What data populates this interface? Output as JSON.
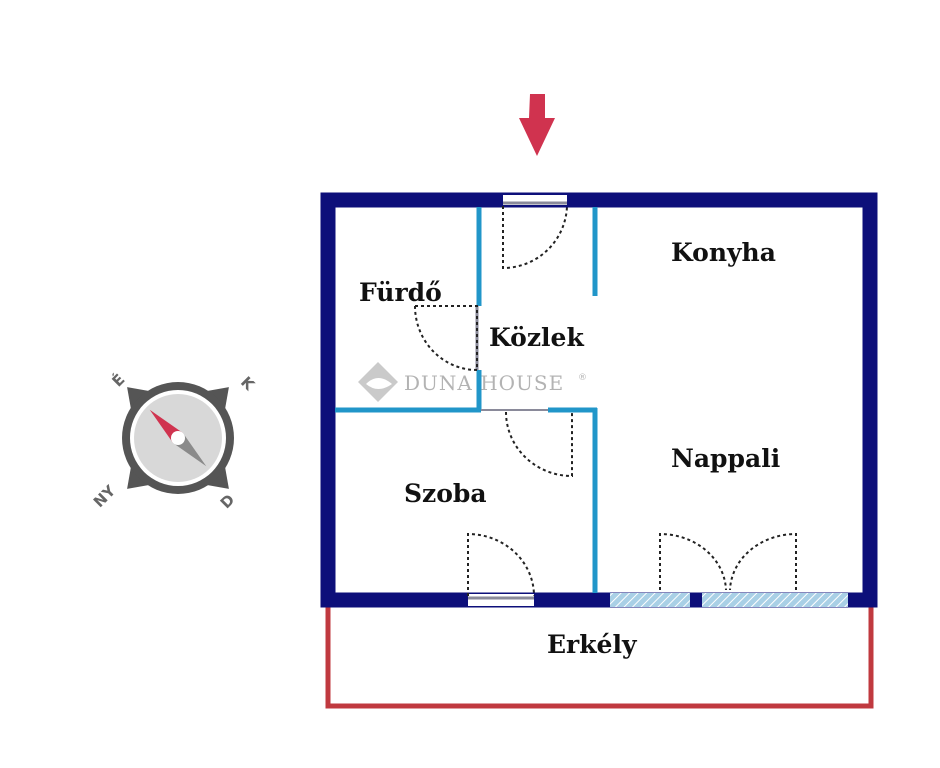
{
  "rooms": {
    "furdo": "Fürdő",
    "kozlek": "Közlek",
    "konyha": "Konyha",
    "nappali": "Nappali",
    "szoba": "Szoba",
    "erkely": "Erkély"
  },
  "compass": {
    "north": "É",
    "east": "K",
    "south": "D",
    "west": "NY"
  },
  "watermark": {
    "brand": "DUNA HOUSE",
    "registered": "®"
  },
  "colors": {
    "outer_wall": "#0d0f7a",
    "inner_wall": "#2196c9",
    "balcony": "#c0393f",
    "entrance_arrow": "#d0334f",
    "compass_needle": "#d0334f",
    "door_swing": "#222222",
    "window": "#7fb7d6",
    "watermark": "#9a9a9a"
  },
  "icons": {
    "entrance": "down-arrow-icon",
    "compass": "compass-icon",
    "watermark": "duna-house-logo-icon"
  }
}
